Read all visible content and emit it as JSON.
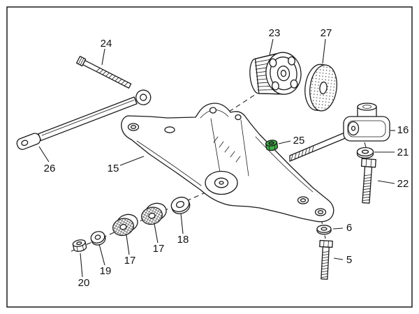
{
  "colors": {
    "highlight_green": "#3fae47",
    "highlight_green_dark": "#2e8436",
    "line": "#1b1b1b",
    "background": "#ffffff"
  },
  "parts": {
    "p5": {
      "label": "5"
    },
    "p6": {
      "label": "6"
    },
    "p15": {
      "label": "15"
    },
    "p16": {
      "label": "16"
    },
    "p17a": {
      "label": "17"
    },
    "p17b": {
      "label": "17"
    },
    "p18": {
      "label": "18"
    },
    "p19": {
      "label": "19"
    },
    "p20": {
      "label": "20"
    },
    "p21": {
      "label": "21"
    },
    "p22": {
      "label": "22"
    },
    "p23": {
      "label": "23"
    },
    "p24": {
      "label": "24"
    },
    "p25": {
      "label": "25",
      "highlighted": true
    },
    "p26": {
      "label": "26"
    },
    "p27": {
      "label": "27"
    }
  }
}
